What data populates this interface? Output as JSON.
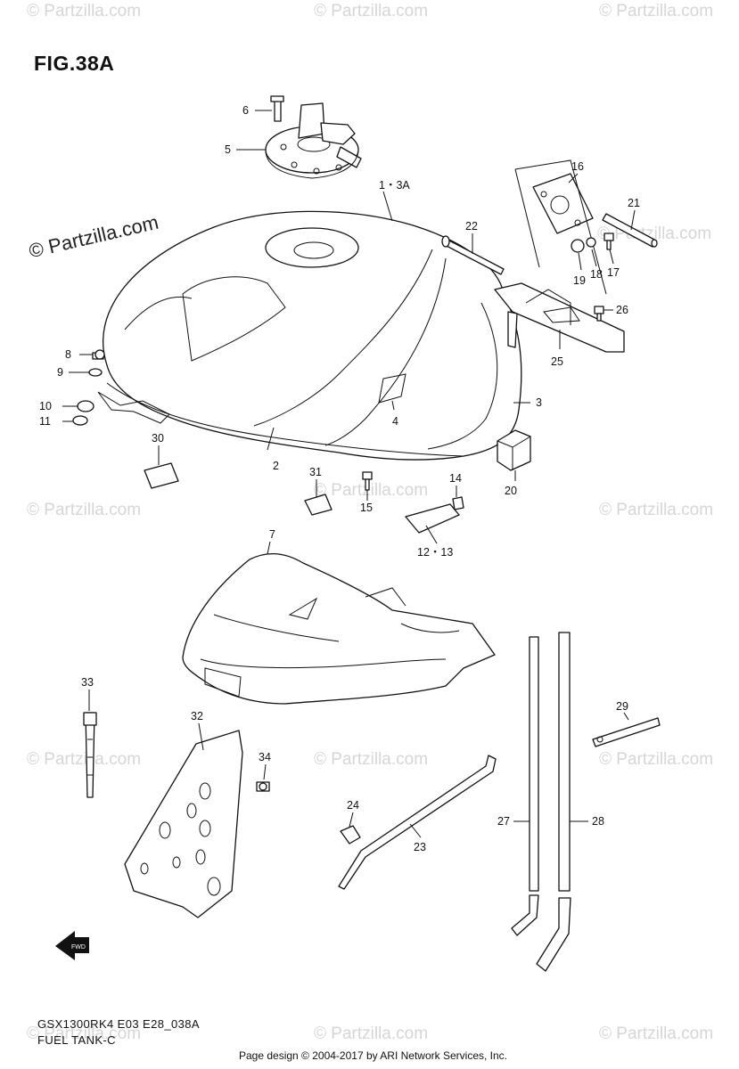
{
  "figure": {
    "title": "FIG.38A",
    "model_code": "GSX1300RK4 E03 E28_038A",
    "section_name": "FUEL TANK-C",
    "credit": "Page design © 2004-2017 by ARI Network Services, Inc.",
    "watermark_main": "© Partzilla.com",
    "watermark_faint": "© Partzilla.com",
    "fwd_label": "FWD"
  },
  "callouts": {
    "c1": "1・3A",
    "c2": "2",
    "c3": "3",
    "c4": "4",
    "c5": "5",
    "c6": "6",
    "c7": "7",
    "c8": "8",
    "c9": "9",
    "c10": "10",
    "c11": "11",
    "c12": "12・13",
    "c14": "14",
    "c15": "15",
    "c16": "16",
    "c17": "17",
    "c18": "18",
    "c19": "19",
    "c20": "20",
    "c21": "21",
    "c22": "22",
    "c23": "23",
    "c24": "24",
    "c25": "25",
    "c26": "26",
    "c27": "27",
    "c28": "28",
    "c29": "29",
    "c30": "30",
    "c31": "31",
    "c32": "32",
    "c33": "33",
    "c34": "34"
  },
  "colors": {
    "line": "#111111",
    "watermark": "#d6d6d6",
    "background": "#ffffff"
  }
}
